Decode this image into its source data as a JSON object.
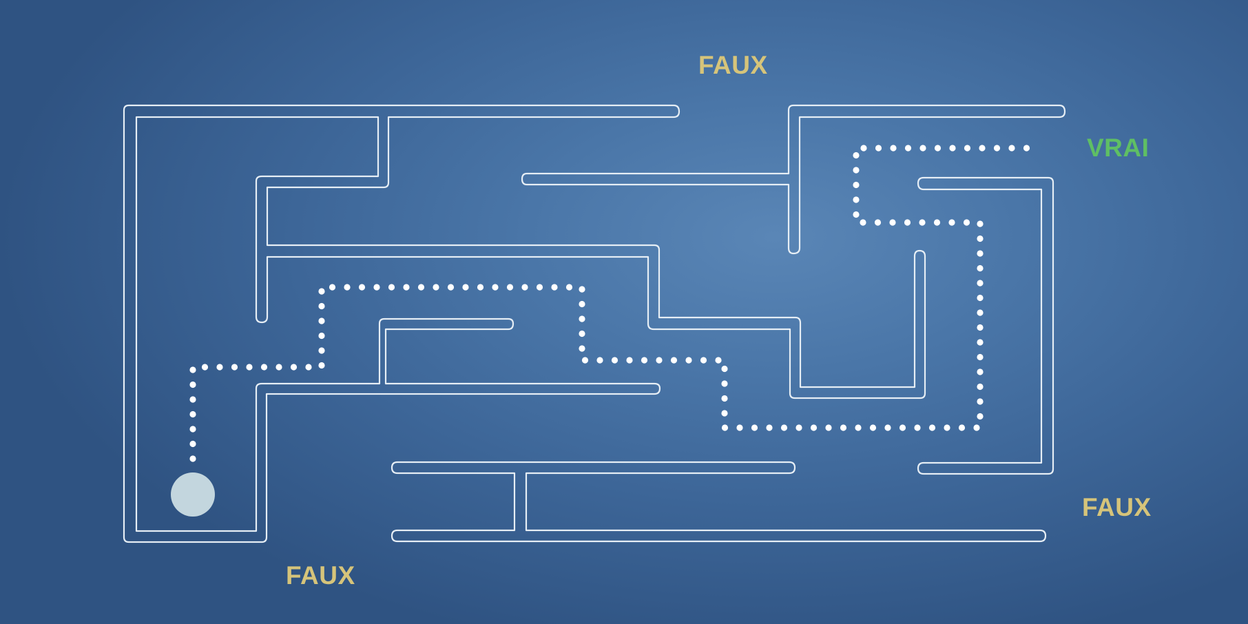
{
  "game": {
    "labels": {
      "top": "FAUX",
      "right": "VRAI",
      "bottom_right": "FAUX",
      "bottom_left": "FAUX"
    },
    "colors": {
      "wrong_label": "#d6c47a",
      "correct_label": "#5fbf64",
      "maze_wall": "#e6eef5",
      "path_dots": "#ffffff",
      "player_token": "#c3d6de"
    },
    "maze": {
      "correct_exit": "VRAI"
    },
    "player": {
      "icon": "player-ball-icon"
    }
  }
}
